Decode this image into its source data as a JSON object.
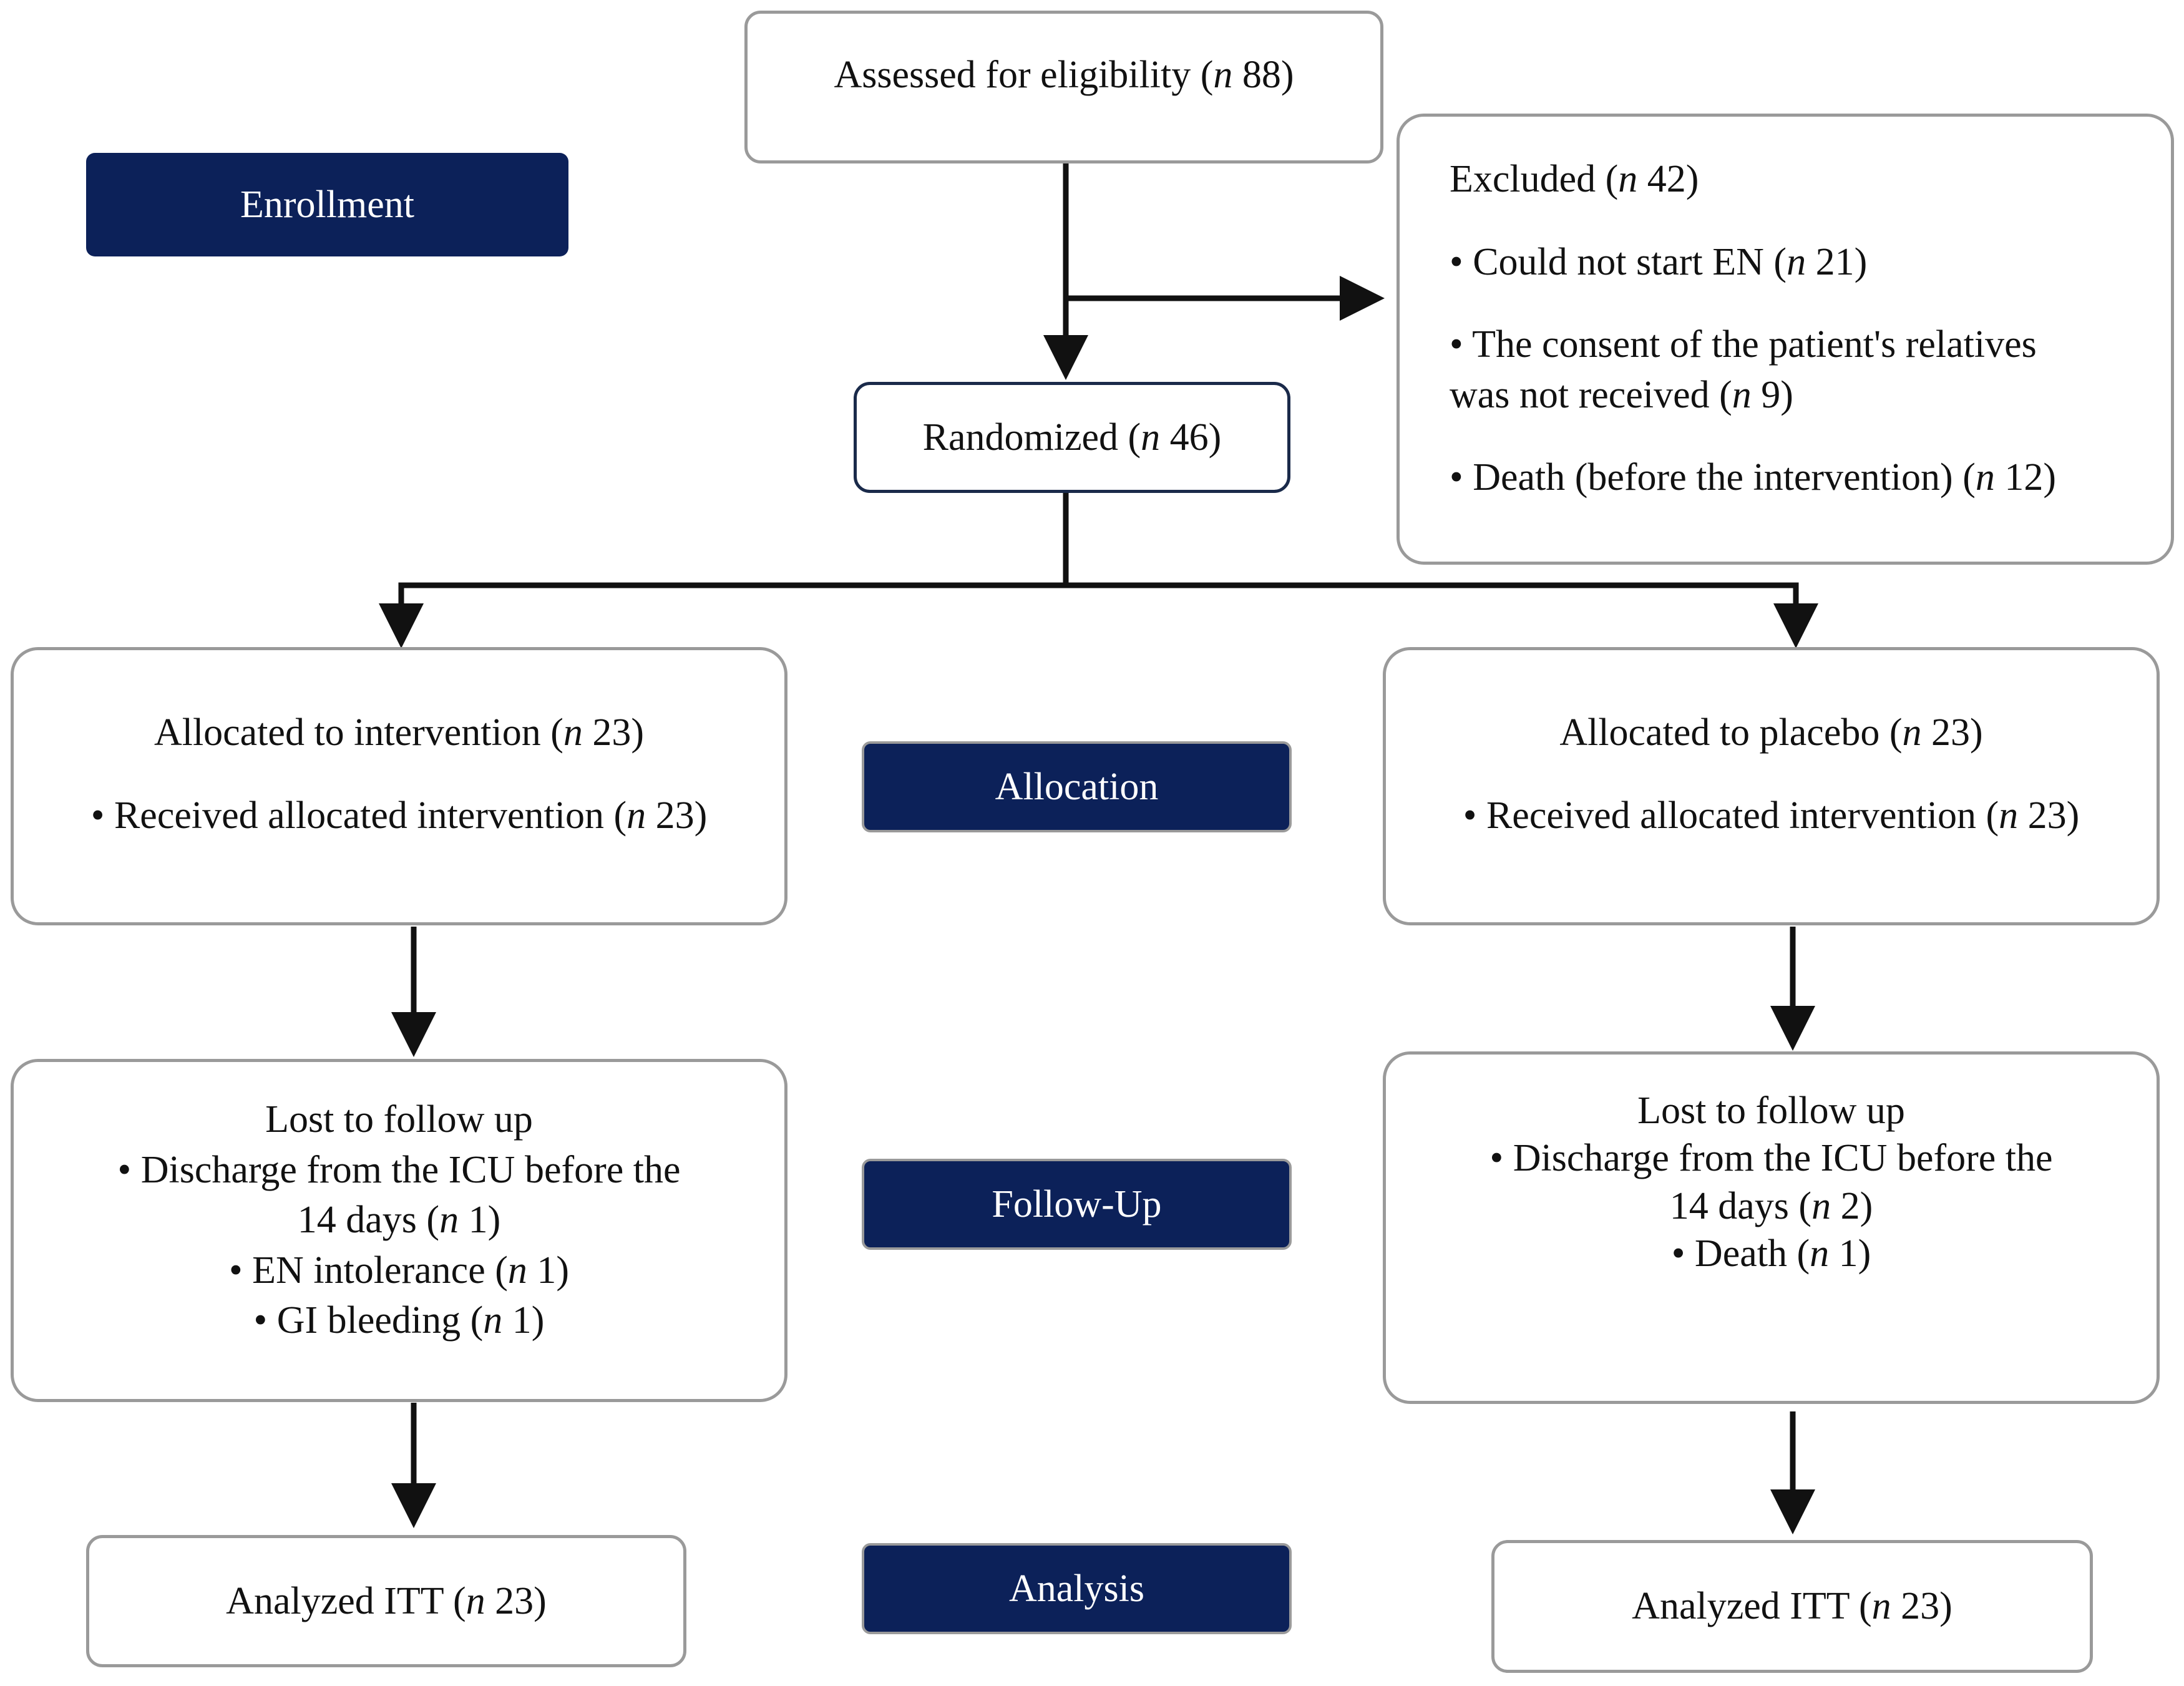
{
  "stages": {
    "enrollment": "Enrollment",
    "allocation": "Allocation",
    "follow_up": "Follow-Up",
    "analysis": "Analysis"
  },
  "assessed": {
    "label": "Assessed for eligibility (",
    "n": "n",
    "count": " 88)"
  },
  "excluded": {
    "title": {
      "label": "Excluded (",
      "n": "n",
      "count": " 42)"
    },
    "items": [
      {
        "label": "• Could not start EN (",
        "n": "n",
        "count": " 21)"
      },
      {
        "label_line1": "• The consent of the patient's relatives",
        "label_line2": "was not received (",
        "n": "n",
        "count": " 9)"
      },
      {
        "label": "• Death (before the intervention) (",
        "n": "n",
        "count": " 12)"
      }
    ]
  },
  "randomized": {
    "label": "Randomized (",
    "n": "n",
    "count": " 46)"
  },
  "arms": [
    {
      "allocated": {
        "label": "Allocated to intervention (",
        "n": "n",
        "count": " 23)"
      },
      "received": {
        "label": "• Received allocated intervention (",
        "n": "n",
        "count": " 23)"
      },
      "lost_title": "Lost to follow up",
      "lost_lines": [
        {
          "label": "• Discharge from the ICU before the",
          "n": "",
          "count": ""
        },
        {
          "label": "14 days (",
          "n": "n",
          "count": " 1)"
        },
        {
          "label": "• EN intolerance (",
          "n": "n",
          "count": " 1)"
        },
        {
          "label": "• GI bleeding (",
          "n": "n",
          "count": " 1)"
        }
      ],
      "analyzed": {
        "label": "Analyzed ITT (",
        "n": "n",
        "count": " 23)"
      }
    },
    {
      "allocated": {
        "label": "Allocated to placebo (",
        "n": "n",
        "count": " 23)"
      },
      "received": {
        "label": "• Received allocated intervention (",
        "n": "n",
        "count": " 23)"
      },
      "lost_title": "Lost to follow up",
      "lost_lines": [
        {
          "label": "• Discharge from the ICU before the",
          "n": "",
          "count": ""
        },
        {
          "label": "14 days (",
          "n": "n",
          "count": " 2)"
        },
        {
          "label": "• Death (",
          "n": "n",
          "count": " 1)"
        }
      ],
      "analyzed": {
        "label": "Analyzed ITT (",
        "n": "n",
        "count": " 23)"
      }
    }
  ]
}
